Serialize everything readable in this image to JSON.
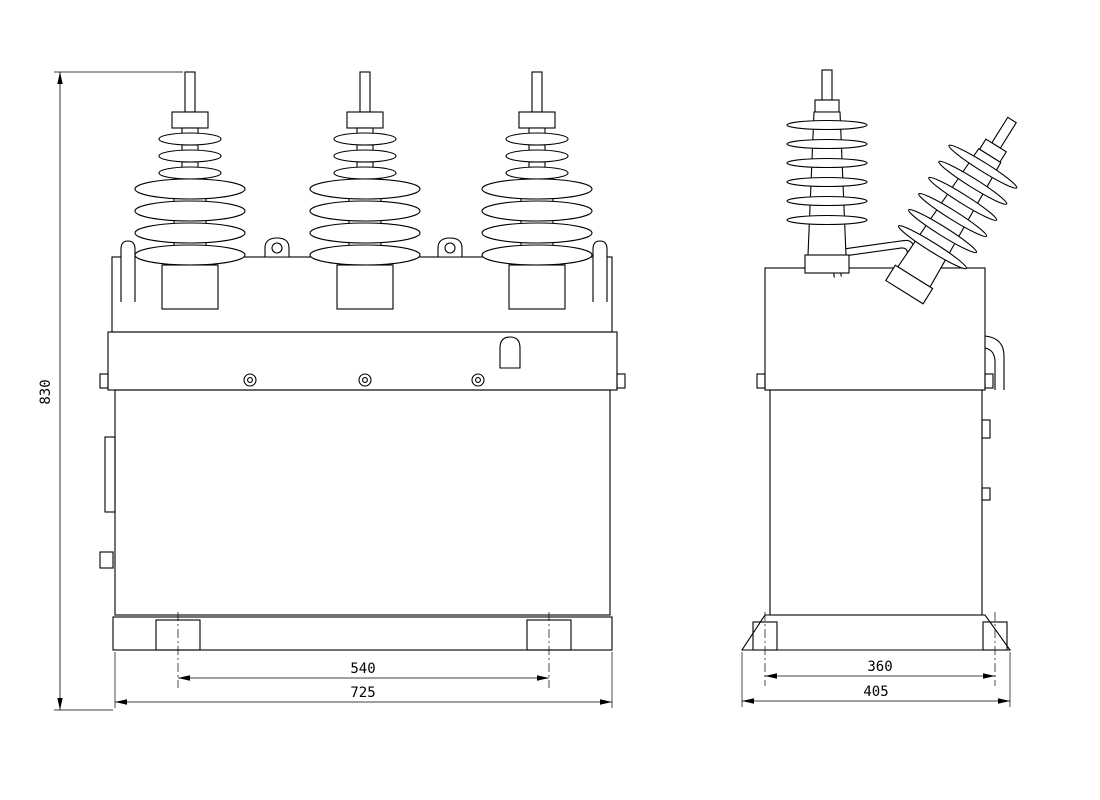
{
  "drawing": {
    "type": "technical-drawing",
    "subject": "pole-mounted switchgear / transformer outline drawing, front and side orthographic views",
    "background_color": "#ffffff",
    "line_color": "#000000",
    "views": {
      "front": {
        "label": "front-view"
      },
      "side": {
        "label": "side-view"
      }
    },
    "dimensions": {
      "overall_height": "830",
      "front_feet_span": "540",
      "front_base_width": "725",
      "side_feet_span": "360",
      "side_base_width": "405"
    }
  }
}
